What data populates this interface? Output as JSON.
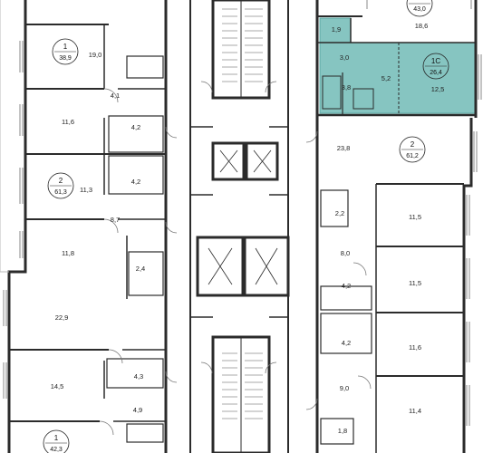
{
  "rooms": [
    {
      "id": "r1",
      "label": "19,0"
    },
    {
      "id": "r2",
      "label": "4,1"
    },
    {
      "id": "r3",
      "label": "11,6"
    },
    {
      "id": "r4",
      "label": "4,2"
    },
    {
      "id": "r5",
      "label": "11,3"
    },
    {
      "id": "r6",
      "label": "4,2"
    },
    {
      "id": "r7",
      "label": "8,7"
    },
    {
      "id": "r8",
      "label": "11,8"
    },
    {
      "id": "r9",
      "label": "2,4"
    },
    {
      "id": "r10",
      "label": "22,9"
    },
    {
      "id": "r11",
      "label": "14,5"
    },
    {
      "id": "r12",
      "label": "4,3"
    },
    {
      "id": "r13",
      "label": "4,9"
    },
    {
      "id": "r14",
      "label": "18,6"
    },
    {
      "id": "r15",
      "label": "1,9"
    },
    {
      "id": "r16",
      "label": "3,0"
    },
    {
      "id": "r17",
      "label": "5,2"
    },
    {
      "id": "r18",
      "label": "3,8"
    },
    {
      "id": "r19",
      "label": "12,5"
    },
    {
      "id": "r20",
      "label": "23,8"
    },
    {
      "id": "r21",
      "label": "2,2"
    },
    {
      "id": "r22",
      "label": "11,5"
    },
    {
      "id": "r23",
      "label": "8,0"
    },
    {
      "id": "r24",
      "label": "11,5"
    },
    {
      "id": "r25",
      "label": "4,2"
    },
    {
      "id": "r26",
      "label": "4,2"
    },
    {
      "id": "r27",
      "label": "11,6"
    },
    {
      "id": "r28",
      "label": "9,0"
    },
    {
      "id": "r29",
      "label": "11,4"
    },
    {
      "id": "r30",
      "label": "1,8"
    }
  ],
  "apartments": [
    {
      "id": "a1",
      "rooms": "1",
      "area": "38,9"
    },
    {
      "id": "a2",
      "rooms": "2",
      "area": "61,3"
    },
    {
      "id": "a3",
      "rooms": "1",
      "area": "42,3"
    },
    {
      "id": "a4",
      "rooms": "",
      "area": "43,0"
    },
    {
      "id": "a5",
      "rooms": "1С",
      "area": "26,4"
    },
    {
      "id": "a6",
      "rooms": "2",
      "area": "61,2"
    }
  ],
  "colors": {
    "wall": "#2b2b2b",
    "highlight": "#86c5c1",
    "highlight_stroke": "#5aa7a2",
    "dim": "#bbbbbb"
  }
}
